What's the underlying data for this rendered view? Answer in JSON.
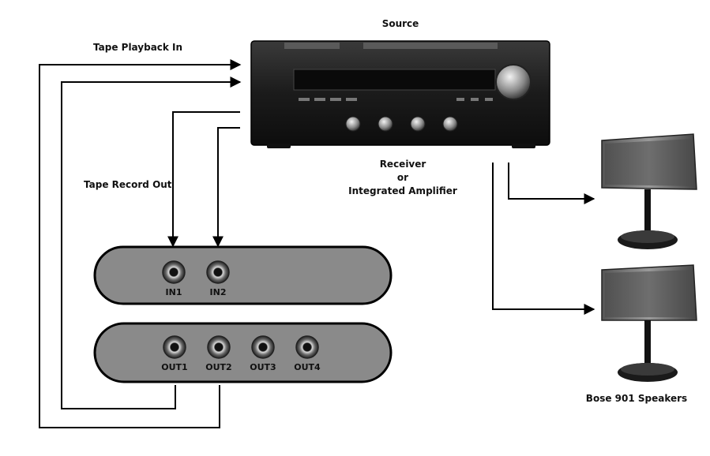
{
  "labels": {
    "source": "Source",
    "tape_playback_in": "Tape Playback In",
    "tape_record_out": "Tape Record Out",
    "receiver_line1": "Receiver",
    "receiver_line2": "or",
    "receiver_line3": "Integrated Amplifier",
    "speakers": "Bose 901 Speakers"
  },
  "input_box": {
    "jacks": [
      "IN1",
      "IN2"
    ]
  },
  "output_box": {
    "jacks": [
      "OUT1",
      "OUT2",
      "OUT3",
      "OUT4"
    ]
  },
  "colors": {
    "box_fill": "#8a8a8a",
    "amp_body": "#1a1a1a",
    "line": "#000000"
  }
}
